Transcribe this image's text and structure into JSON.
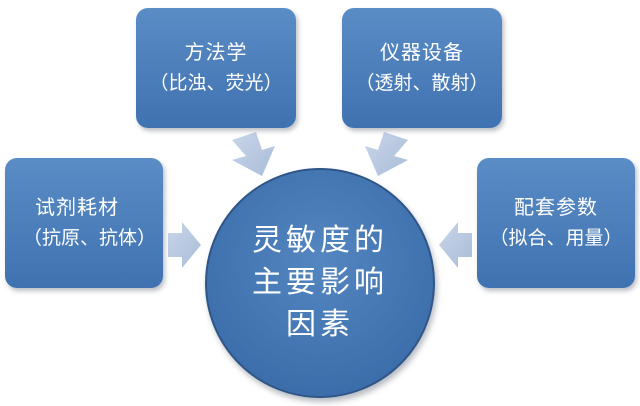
{
  "diagram": {
    "center": {
      "lines": [
        "灵敏度的",
        "主要影响",
        "因素"
      ]
    },
    "boxes": {
      "method": {
        "title": "方法学",
        "sub": "（比浊、荧光）"
      },
      "instrument": {
        "title": "仪器设备",
        "sub": "（透射、散射）"
      },
      "reagent": {
        "title": "试剂耗材",
        "sub": "（抗原、抗体）"
      },
      "parameters": {
        "title": "配套参数",
        "sub": "（拟合、用量）"
      }
    }
  },
  "colors": {
    "box_fill": "#4a7dbb",
    "arrow_fill": "#b8c9e0",
    "text": "#ffffff"
  }
}
